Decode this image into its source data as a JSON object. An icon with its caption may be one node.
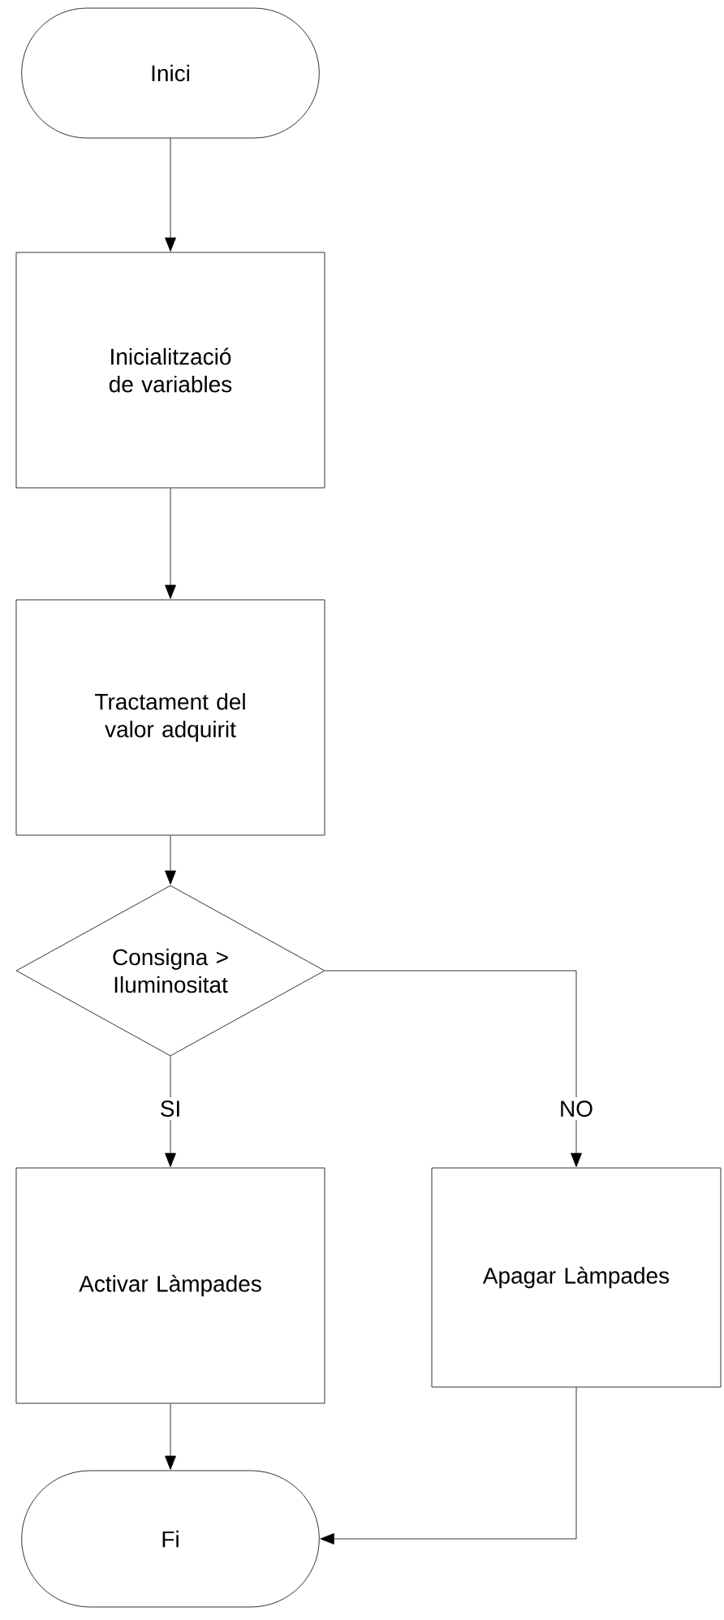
{
  "diagram": {
    "nodes": [
      {
        "text": [
          "Inici"
        ]
      },
      {
        "text": [
          "Inicialització de variables"
        ]
      },
      {
        "text": [
          "Tractament del valor adquirit"
        ]
      },
      {
        "text": [
          "Consigna > Iluminositat"
        ]
      },
      {
        "text": [
          "Activar Làmpades"
        ]
      },
      {
        "text": [
          "Apagar Làmpades"
        ]
      },
      {
        "text": [
          "Fi"
        ]
      }
    ],
    "edges": [
      {
        "from": 0,
        "to": 1,
        "arrow": "to"
      },
      {
        "from": 1,
        "to": 2,
        "arrow": "to"
      },
      {
        "from": 2,
        "to": 3,
        "arrow": "to"
      },
      {
        "from": 3,
        "to": 4,
        "arrow": "to",
        "label": "SI"
      },
      {
        "from": 3,
        "to": 5,
        "arrow": "to",
        "label": "NO"
      },
      {
        "from": 4,
        "to": 6,
        "arrow": "to"
      },
      {
        "from": 5,
        "to": 6,
        "arrow": "to"
      }
    ]
  }
}
